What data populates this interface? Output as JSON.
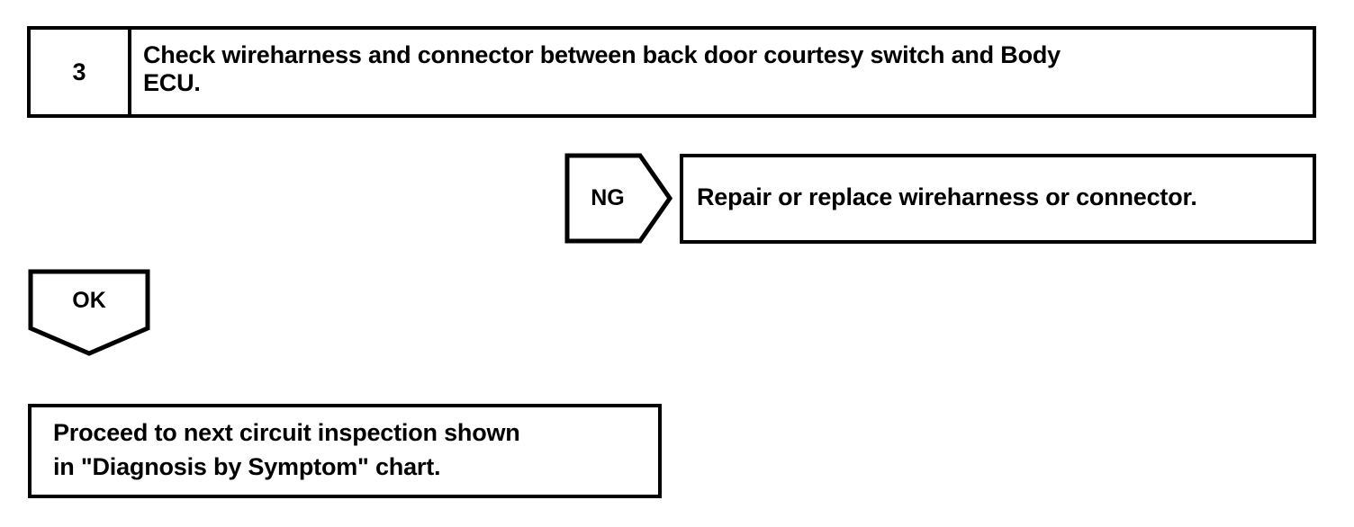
{
  "document": {
    "type": "automotive-diagnostic-flowchart",
    "ink_color": "#000000",
    "background_color": "#ffffff"
  },
  "step": {
    "number": "3",
    "instruction": "Check wireharness and connector between back door courtesy switch and Body\nECU."
  },
  "branches": {
    "ng": {
      "label": "NG",
      "result_text": "Repair or replace wireharness or connector."
    },
    "ok": {
      "label": "OK",
      "result_text": "Proceed to next circuit inspection shown\nin \"Diagnosis by Symptom\" chart."
    }
  }
}
